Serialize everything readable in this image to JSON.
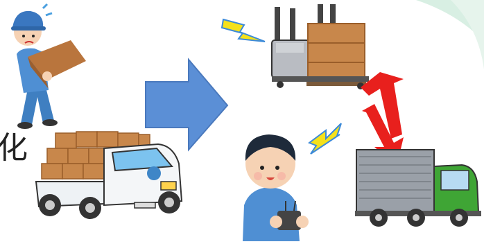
{
  "caption": {
    "partial_char": "化"
  },
  "illustrations": [
    {
      "name": "worker-carrying-box",
      "icon": "worker-icon"
    },
    {
      "name": "kei-truck-with-boxes",
      "icon": "truck-icon"
    },
    {
      "name": "arrow-right",
      "icon": "arrow-right-icon",
      "color": "#5b8fd6"
    },
    {
      "name": "automated-forklift",
      "icon": "forklift-icon"
    },
    {
      "name": "wireless-signal",
      "icon": "lightning-icon",
      "color": "#f5e11b"
    },
    {
      "name": "operator-with-remote",
      "icon": "operator-icon"
    },
    {
      "name": "exchange-arrows",
      "icon": "exchange-arrows-icon",
      "color": "#e8201d"
    },
    {
      "name": "delivery-truck",
      "icon": "delivery-truck-icon",
      "color": "#3fa535"
    }
  ],
  "colors": {
    "arrow_blue": "#5b8fd6",
    "bolt_yellow": "#f5e11b",
    "red_arrow": "#e8201d",
    "truck_green": "#3fa535",
    "box_brown": "#c8874b",
    "corner_mint": "#d8efe3"
  }
}
